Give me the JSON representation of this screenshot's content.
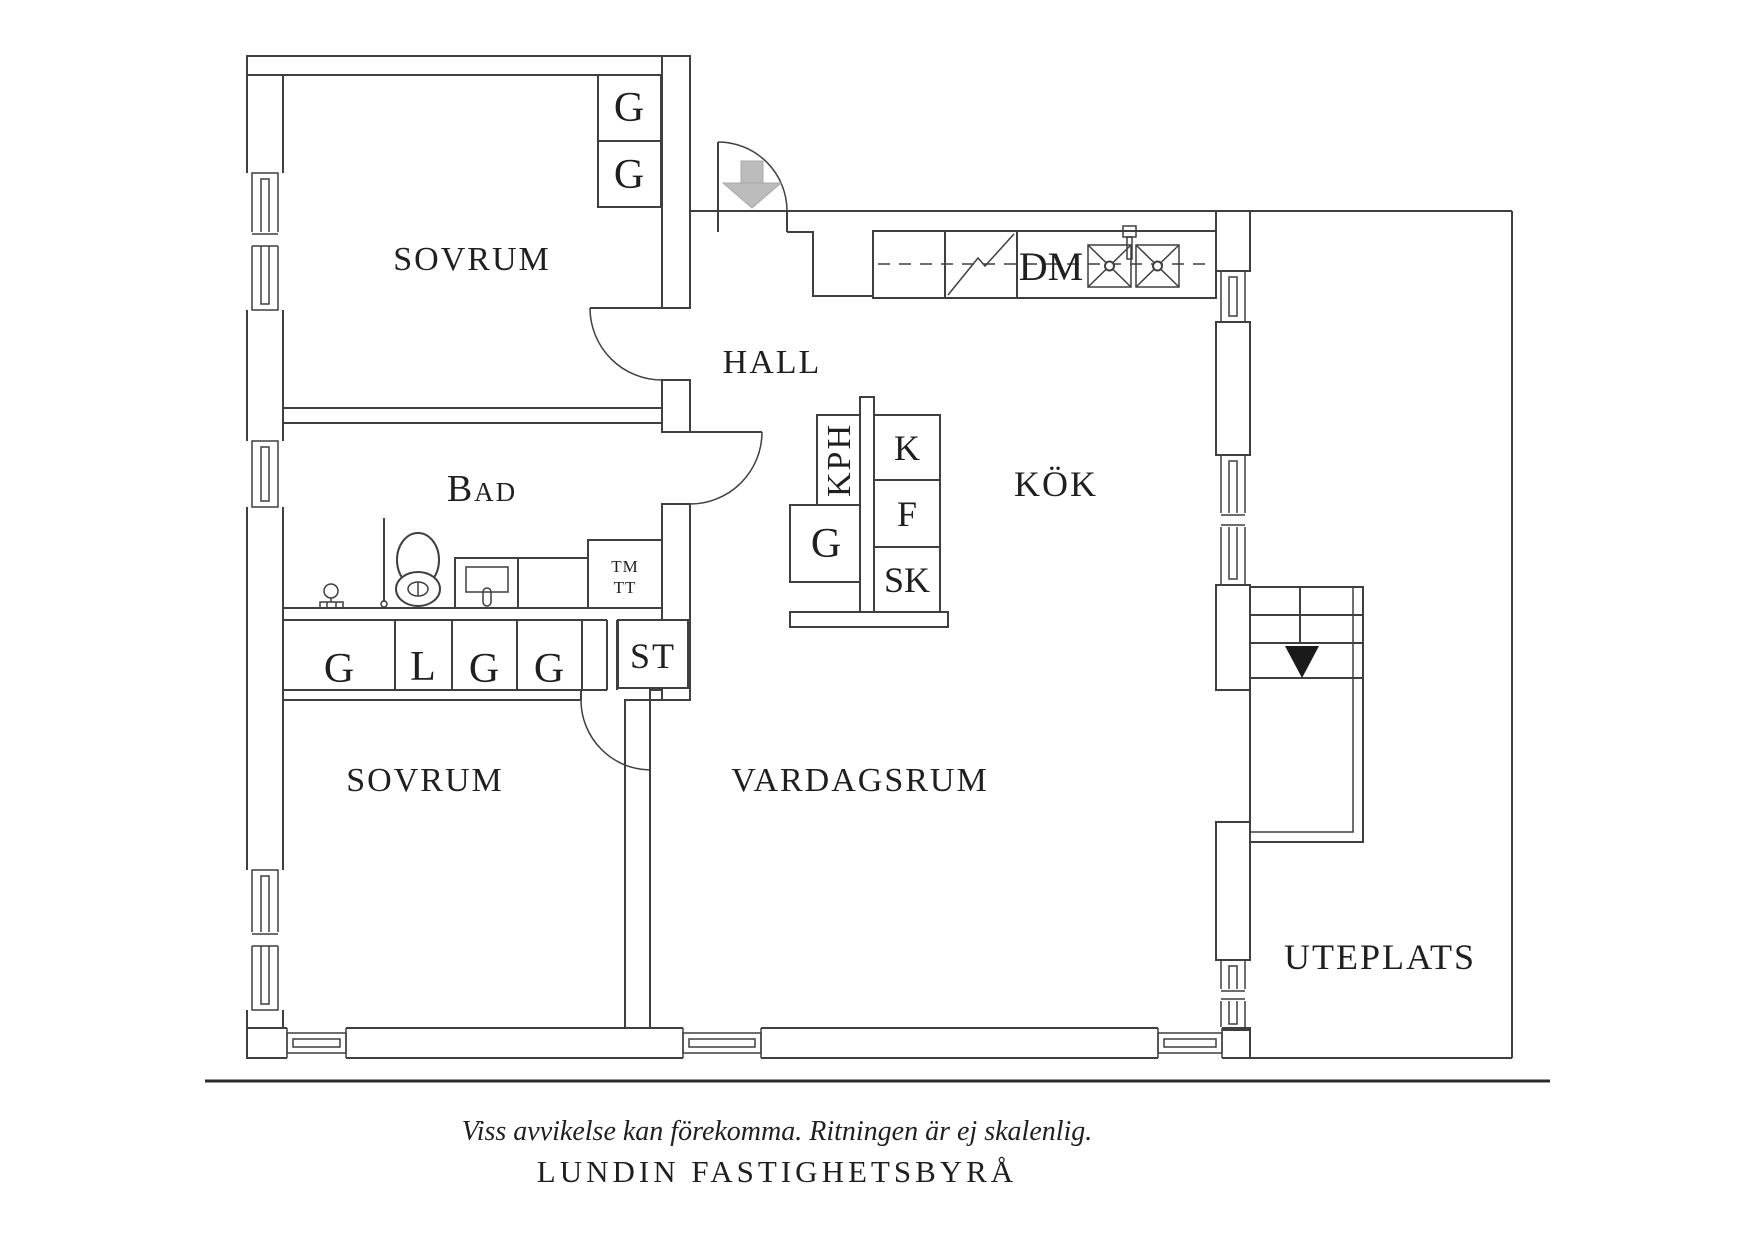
{
  "rooms": {
    "bedroom_top": "SOVRUM",
    "hall": "HALL",
    "bathroom": "Bad",
    "kitchen": "KÖK",
    "bedroom_bottom": "SOVRUM",
    "living_room": "VARDAGSRUM",
    "patio": "UTEPLATS"
  },
  "labels": {
    "wardrobe_top_1": "G",
    "wardrobe_top_2": "G",
    "dishwasher": "DM",
    "coat_rack": "KPH",
    "fridge": "K",
    "freezer": "F",
    "cabinet": "SK",
    "wardrobe_kitchen": "G",
    "closet_row": [
      "G",
      "L",
      "G",
      "G"
    ],
    "cleaning_closet": "ST",
    "washing_machine": "TM",
    "tumble_dryer": "TT"
  },
  "footer": {
    "disclaimer": "Viss avvikelse kan förekomma. Ritningen är ej skalenlig.",
    "company": "LUNDIN FASTIGHETSBYRÅ"
  },
  "colors": {
    "line": "#3f3f3f",
    "entry_arrow": "#bcbcbc",
    "stair_arrow": "#1a1a1a"
  }
}
